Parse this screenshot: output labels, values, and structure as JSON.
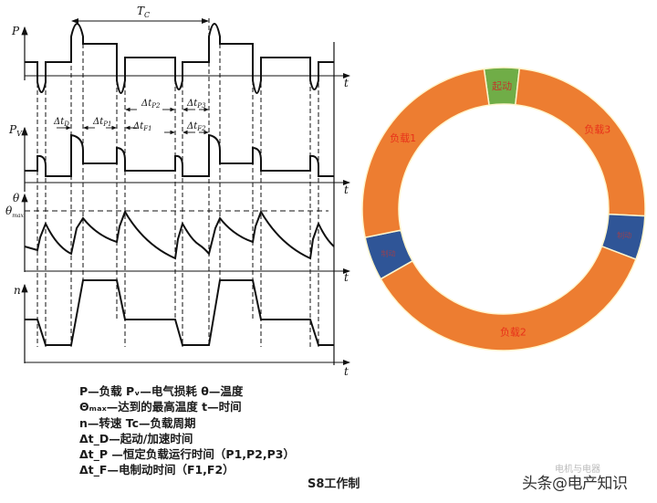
{
  "diagram": {
    "title": "S8工作制",
    "period_label": "T",
    "period_sub": "C",
    "axes": [
      {
        "id": "P",
        "label": "P",
        "sub": ""
      },
      {
        "id": "PV",
        "label": "P",
        "sub": "V"
      },
      {
        "id": "theta",
        "label": "θ",
        "sub": ""
      },
      {
        "id": "n",
        "label": "n",
        "sub": ""
      }
    ],
    "theta_max_label": "θ",
    "theta_max_sub": "max",
    "time_label": "t",
    "intervals": [
      {
        "label": "Δt",
        "sub": "D"
      },
      {
        "label": "Δt",
        "sub": "P1"
      },
      {
        "label": "Δt",
        "sub": "F1"
      },
      {
        "label": "Δt",
        "sub": "P2"
      },
      {
        "label": "Δt",
        "sub": "F2"
      },
      {
        "label": "Δt",
        "sub": "P3"
      }
    ]
  },
  "legend": {
    "lines": [
      "P—负载  Pᵥ—电气损耗  θ—温度",
      "Θₘₐₓ—达到的最高温度   t—时间",
      "n—转速   Tc—负载周期",
      "Δt_D—起动/加速时间",
      "Δt_P —恒定负载运行时间（P1,P2,P3）",
      "Δt_F—电制动时间（F1,F2）"
    ]
  },
  "caption": "S8工作制",
  "watermark": "头条@电产知识",
  "watermark_faint": "电机与电器",
  "chart_data": {
    "type": "pie",
    "subtype": "donut",
    "title": "S8工作制",
    "categories": [
      "起动",
      "负载3",
      "制动",
      "负载2",
      "制动",
      "负载1"
    ],
    "values": [
      4,
      24,
      5,
      36,
      5,
      26
    ],
    "labels_visible": [
      "起动",
      "负载3",
      "",
      "负载2",
      "",
      "负载1"
    ],
    "colors": [
      "#70ad47",
      "#ed7d31",
      "#2f5597",
      "#ed7d31",
      "#2f5597",
      "#ed7d31"
    ],
    "label_color": "#e8311a",
    "start_angle_deg": -8,
    "direction": "clockwise"
  }
}
